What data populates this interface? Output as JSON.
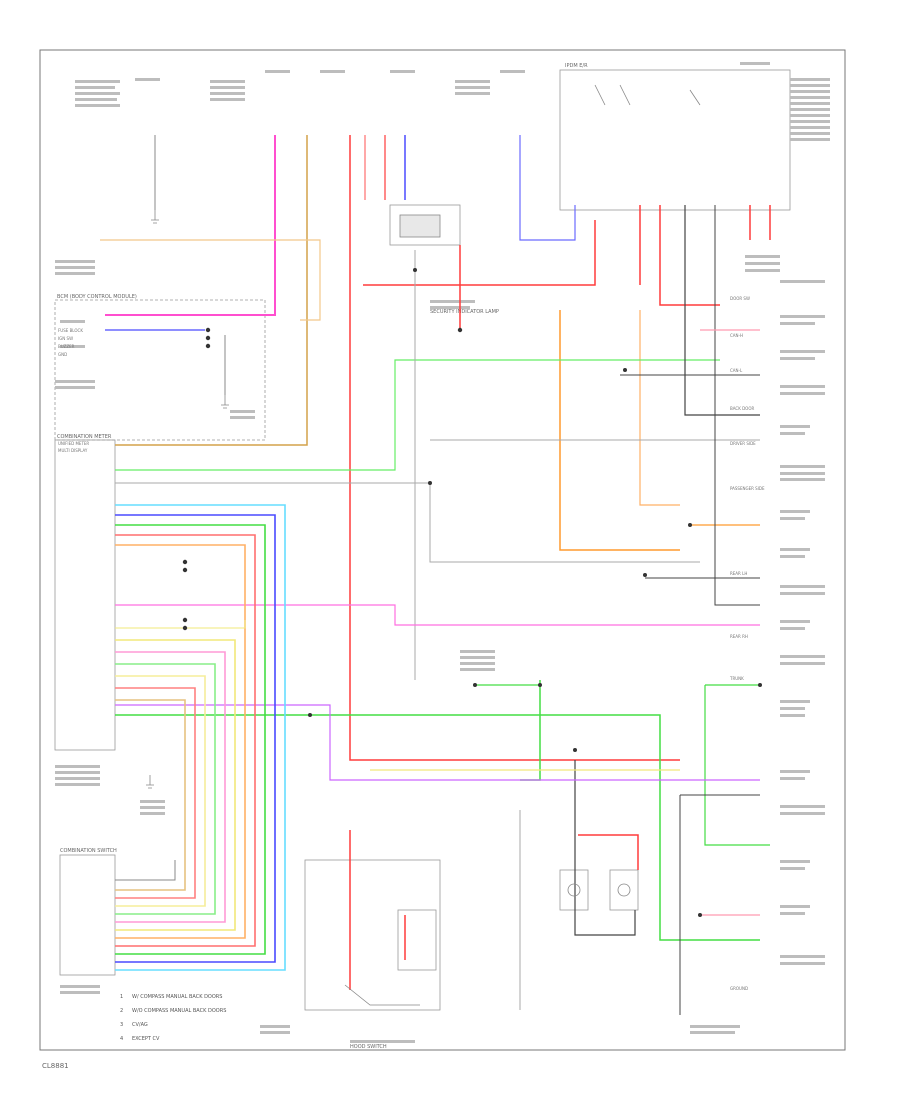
{
  "diagram": {
    "page_id": "CL8881",
    "legend": [
      {
        "key": "1",
        "label": "W/ COMPASS MANUAL BACK DOORS"
      },
      {
        "key": "2",
        "label": "W/O COMPASS MANUAL BACK DOORS"
      },
      {
        "key": "3",
        "label": "CV/AG"
      },
      {
        "key": "4",
        "label": "EXCEPT CV"
      }
    ],
    "blocks": {
      "combination_meter": "COMBINATION METER",
      "body_control_module": "BCM (BODY CONTROL MODULE)",
      "combination_switch": "COMBINATION SWITCH",
      "ipdm": "IPDM E/R",
      "security_indicator": "SECURITY INDICATOR LAMP",
      "hood_switch": "HOOD SWITCH"
    },
    "terminals": {
      "left": [
        "FUSE BLOCK",
        "IGN SW",
        "BUZZER",
        "GND",
        "UNIFIED METER",
        "MULTI DISPLAY"
      ],
      "right": [
        "DOOR SW",
        "CAN-H",
        "CAN-L",
        "BACK DOOR",
        "DRIVER SIDE",
        "PASSENGER SIDE",
        "REAR LH",
        "REAR RH",
        "TRUNK",
        "GROUND"
      ]
    },
    "colors": {
      "pink": "#ff4fcf",
      "tan": "#d3a24a",
      "red": "#ff3b3b",
      "blue": "#4a4aff",
      "orange": "#ff9a2e",
      "green": "#44dd44",
      "yellow": "#f2e87a",
      "cyan": "#66ddff",
      "black": "#333333",
      "gray": "#9a9a9a",
      "violet": "#cc66ff",
      "lightpink": "#ff9ab0"
    }
  }
}
